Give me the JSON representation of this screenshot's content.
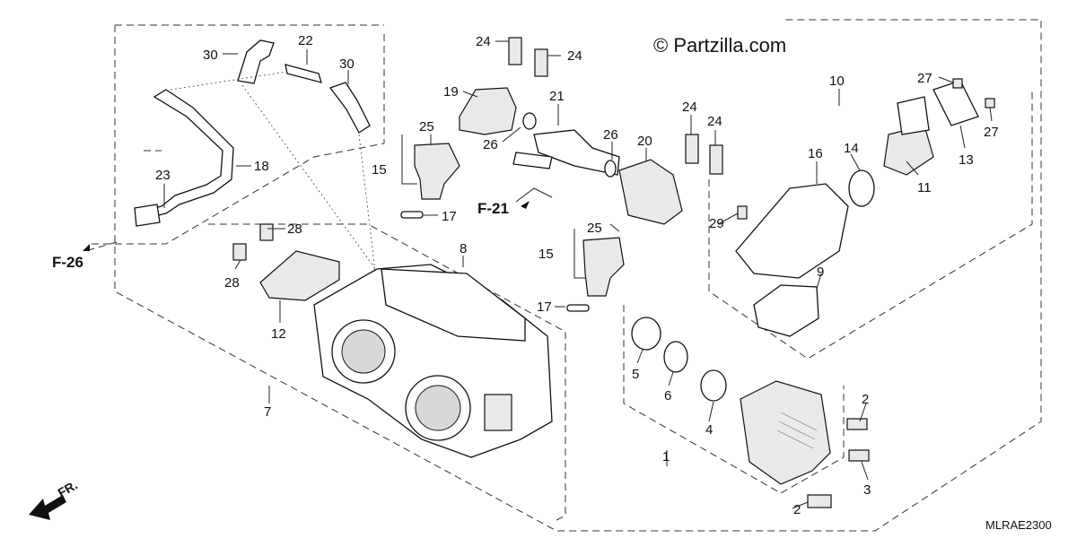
{
  "watermark": "© Partzilla.com",
  "diagram_code": "MLRAE2300",
  "direction_label": "FR.",
  "references": {
    "f26": "F-26",
    "f21": "F-21"
  },
  "callouts": {
    "c1": "1",
    "c2a": "2",
    "c2b": "2",
    "c3": "3",
    "c4": "4",
    "c5": "5",
    "c6": "6",
    "c7": "7",
    "c8": "8",
    "c9": "9",
    "c10": "10",
    "c11": "11",
    "c12": "12",
    "c13": "13",
    "c14": "14",
    "c15a": "15",
    "c15b": "15",
    "c16": "16",
    "c17a": "17",
    "c17b": "17",
    "c18": "18",
    "c19": "19",
    "c20": "20",
    "c21": "21",
    "c22": "22",
    "c23": "23",
    "c24a": "24",
    "c24b": "24",
    "c24c": "24",
    "c24d": "24",
    "c25a": "25",
    "c25b": "25",
    "c26a": "26",
    "c26b": "26",
    "c27a": "27",
    "c27b": "27",
    "c28a": "28",
    "c28b": "28",
    "c29": "29",
    "c30a": "30",
    "c30b": "30"
  }
}
